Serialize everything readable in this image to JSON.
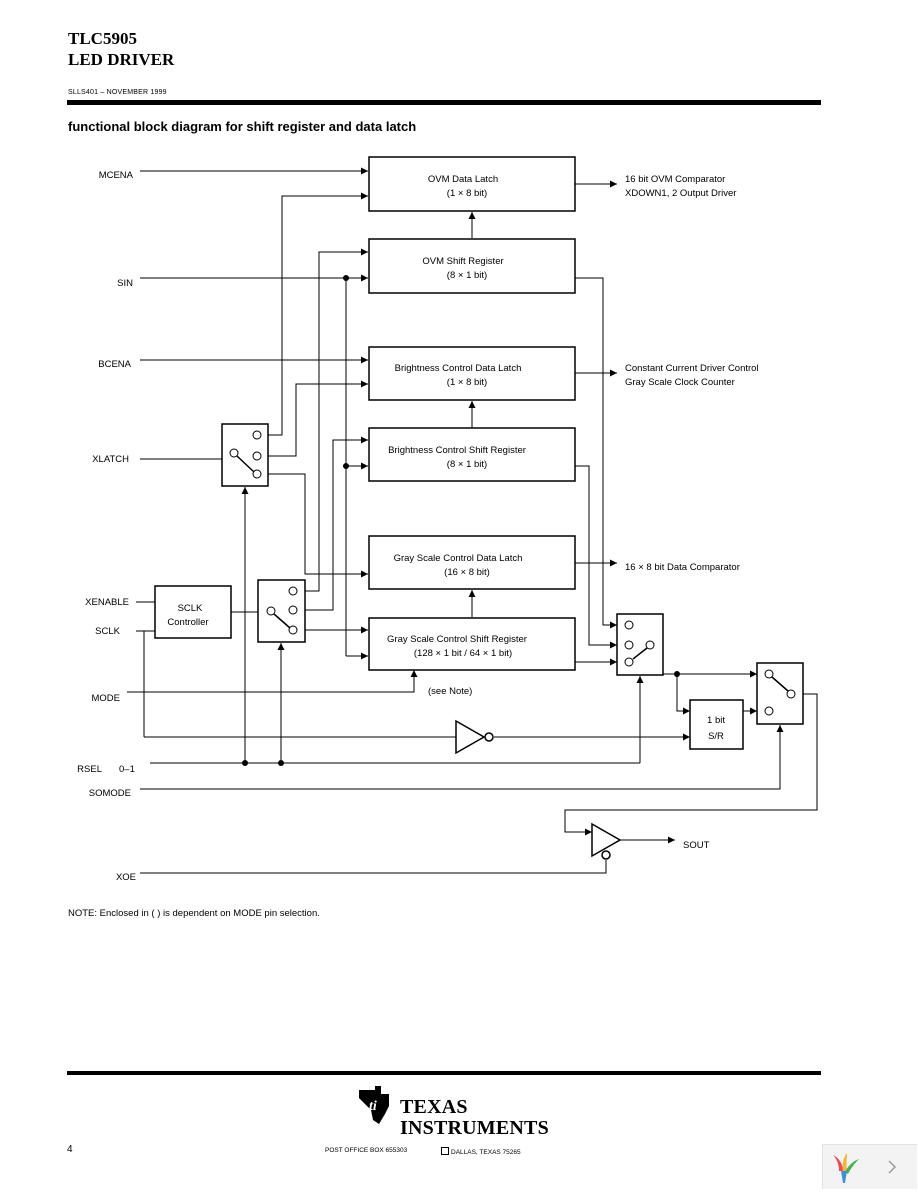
{
  "header": {
    "title_line1": "TLC5905",
    "title_line2": "LED DRIVER",
    "doc_id": "SLLS401 – NOVEMBER 1999"
  },
  "section_title": "functional block diagram for shift register and data latch",
  "diagram": {
    "blocks": {
      "ovm_latch": {
        "line1": "OVM Data Latch",
        "line2": "(1 × 8 bit)"
      },
      "ovm_shift": {
        "line1": "OVM Shift Register",
        "line2": "(8 × 1 bit)"
      },
      "bc_latch": {
        "line1": "Brightness Control Data Latch",
        "line2": "(1 × 8 bit)"
      },
      "bc_shift": {
        "line1": "Brightness Control Shift Register",
        "line2": "(8 × 1 bit)"
      },
      "gs_latch": {
        "line1": "Gray Scale Control Data Latch",
        "line2": "(16 × 8 bit)"
      },
      "gs_shift": {
        "line1": "Gray Scale Control Shift Register",
        "line2": "(128 × 1 bit / 64 × 1 bit)"
      },
      "sclk_ctrl": {
        "line1": "SCLK",
        "line2": "Controller"
      },
      "sr_1bit": {
        "line1": "1 bit",
        "line2": "S/R"
      }
    },
    "inputs": {
      "mcena": "MCENA",
      "sin": "SIN",
      "bcena": "BCENA",
      "xlatch": "XLATCH",
      "xenable": "XENABLE",
      "sclk": "SCLK",
      "mode": "MODE",
      "rsel": "RSEL",
      "rsel_suffix": "0–1",
      "somode": "SOMODE",
      "xoe": "XOE"
    },
    "outputs": {
      "ovm_out1": "16 bit OVM Comparator",
      "ovm_out2": "XDOWN1, 2 Output Driver",
      "bc_out1": "Constant Current Driver Control",
      "bc_out2": "Gray Scale Clock Counter",
      "gs_out": "16 × 8 bit Data Comparator",
      "sout": "SOUT"
    },
    "see_note": "(see Note)"
  },
  "note": "NOTE: Enclosed in ( ) is dependent on MODE pin selection.",
  "footer": {
    "brand_line1": "TEXAS",
    "brand_line2": "INSTRUMENTS",
    "address_left": "POST OFFICE BOX 655303",
    "address_right": "DALLAS, TEXAS 75265",
    "page_number": "4"
  }
}
